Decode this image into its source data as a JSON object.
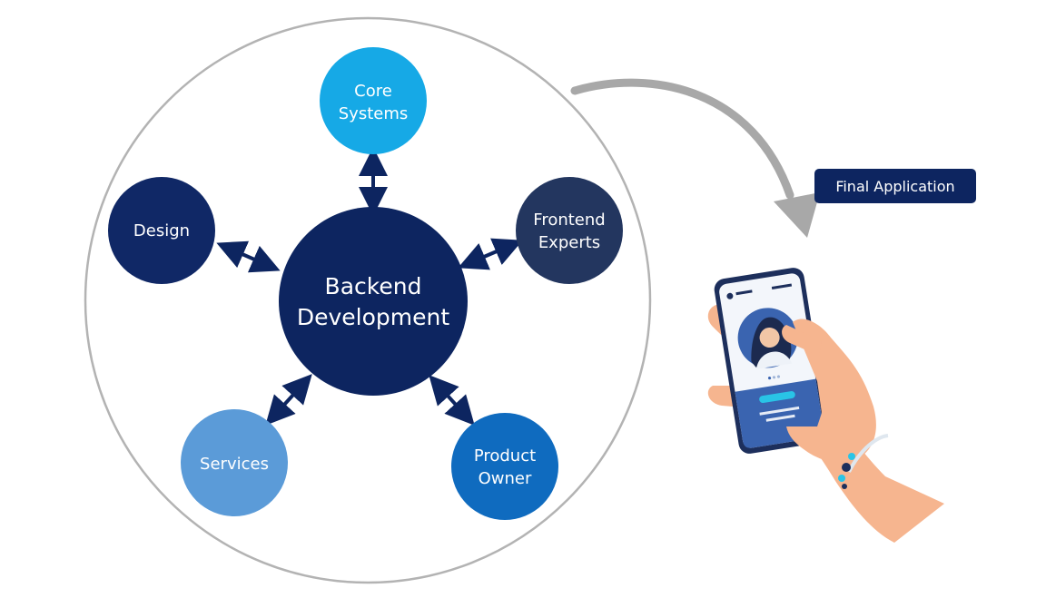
{
  "center": {
    "line1": "Backend",
    "line2": "Development"
  },
  "nodes": {
    "core_systems": {
      "line1": "Core",
      "line2": "Systems"
    },
    "frontend_experts": {
      "line1": "Frontend",
      "line2": "Experts"
    },
    "design": {
      "label": "Design"
    },
    "services": {
      "label": "Services"
    },
    "product_owner": {
      "line1": "Product",
      "line2": "Owner"
    }
  },
  "final_application": {
    "label": "Final Application"
  },
  "colors": {
    "outer_ring": "#b3b3b3",
    "center": "#0d2560",
    "core_systems": "#16a9e6",
    "frontend_experts": "#23365f",
    "design": "#102866",
    "services": "#5b9bd8",
    "product_owner": "#0f6bbf",
    "arrow": "#0d2560",
    "curved_arrow": "#a8a8a8",
    "badge": "#0d2560",
    "skin": "#f6b58f",
    "phone_screen": "#3a64b0"
  },
  "icons": {
    "curved_arrow": "curved-arrow-icon",
    "phone": "hand-holding-phone-illustration"
  }
}
